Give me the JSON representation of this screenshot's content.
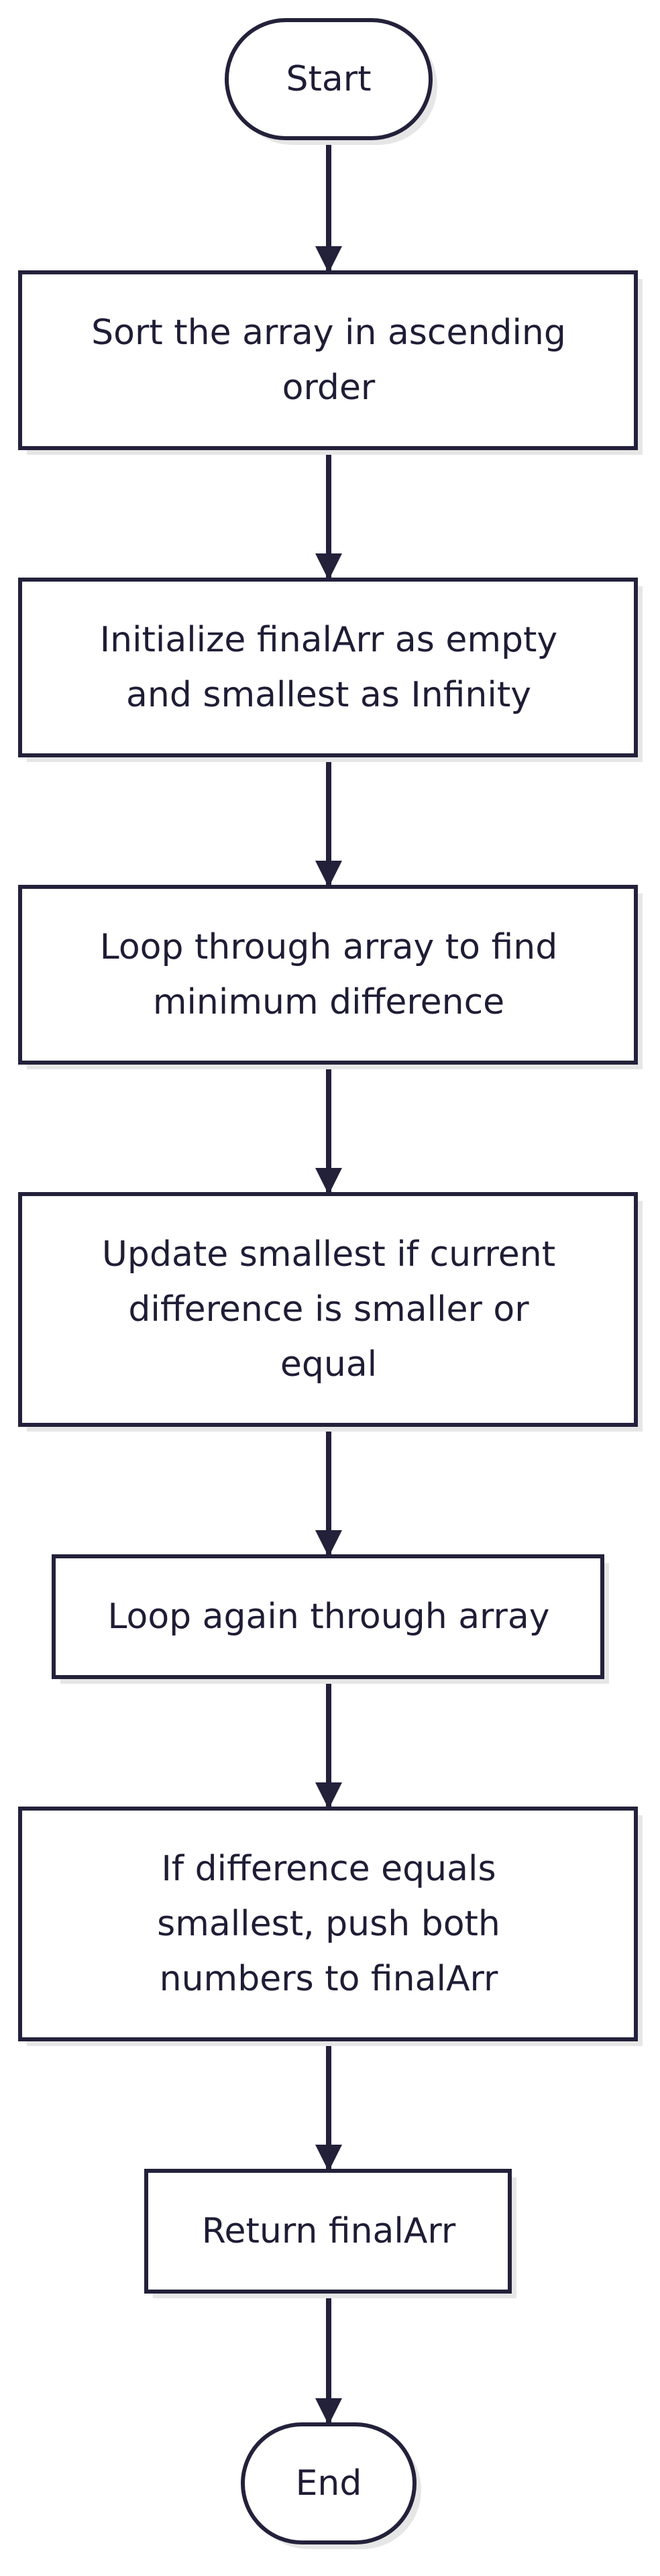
{
  "flowchart": {
    "nodes": [
      {
        "id": "start",
        "shape": "terminal",
        "lines": [
          "Start"
        ]
      },
      {
        "id": "sort",
        "shape": "process",
        "lines": [
          "Sort the array in ascending",
          "order"
        ]
      },
      {
        "id": "init",
        "shape": "process",
        "lines": [
          "Initialize finalArr as empty",
          "and smallest as Infinity"
        ]
      },
      {
        "id": "loop1",
        "shape": "process",
        "lines": [
          "Loop through array to find",
          "minimum difference"
        ]
      },
      {
        "id": "update",
        "shape": "process",
        "lines": [
          "Update smallest if current",
          "difference is smaller or",
          "equal"
        ]
      },
      {
        "id": "loop2",
        "shape": "process",
        "lines": [
          "Loop again through array"
        ]
      },
      {
        "id": "push",
        "shape": "process",
        "lines": [
          "If difference equals",
          "smallest, push both",
          "numbers to finalArr"
        ]
      },
      {
        "id": "return",
        "shape": "process",
        "lines": [
          "Return finalArr"
        ]
      },
      {
        "id": "end",
        "shape": "terminal",
        "lines": [
          "End"
        ]
      }
    ],
    "edges": [
      {
        "from": "start",
        "to": "sort"
      },
      {
        "from": "sort",
        "to": "init"
      },
      {
        "from": "init",
        "to": "loop1"
      },
      {
        "from": "loop1",
        "to": "update"
      },
      {
        "from": "update",
        "to": "loop2"
      },
      {
        "from": "loop2",
        "to": "push"
      },
      {
        "from": "push",
        "to": "return"
      },
      {
        "from": "return",
        "to": "end"
      }
    ],
    "colors": {
      "stroke": "#23213a",
      "text": "#1f1d35",
      "fill": "#ffffff",
      "shadow": "#e6e6e6"
    }
  }
}
